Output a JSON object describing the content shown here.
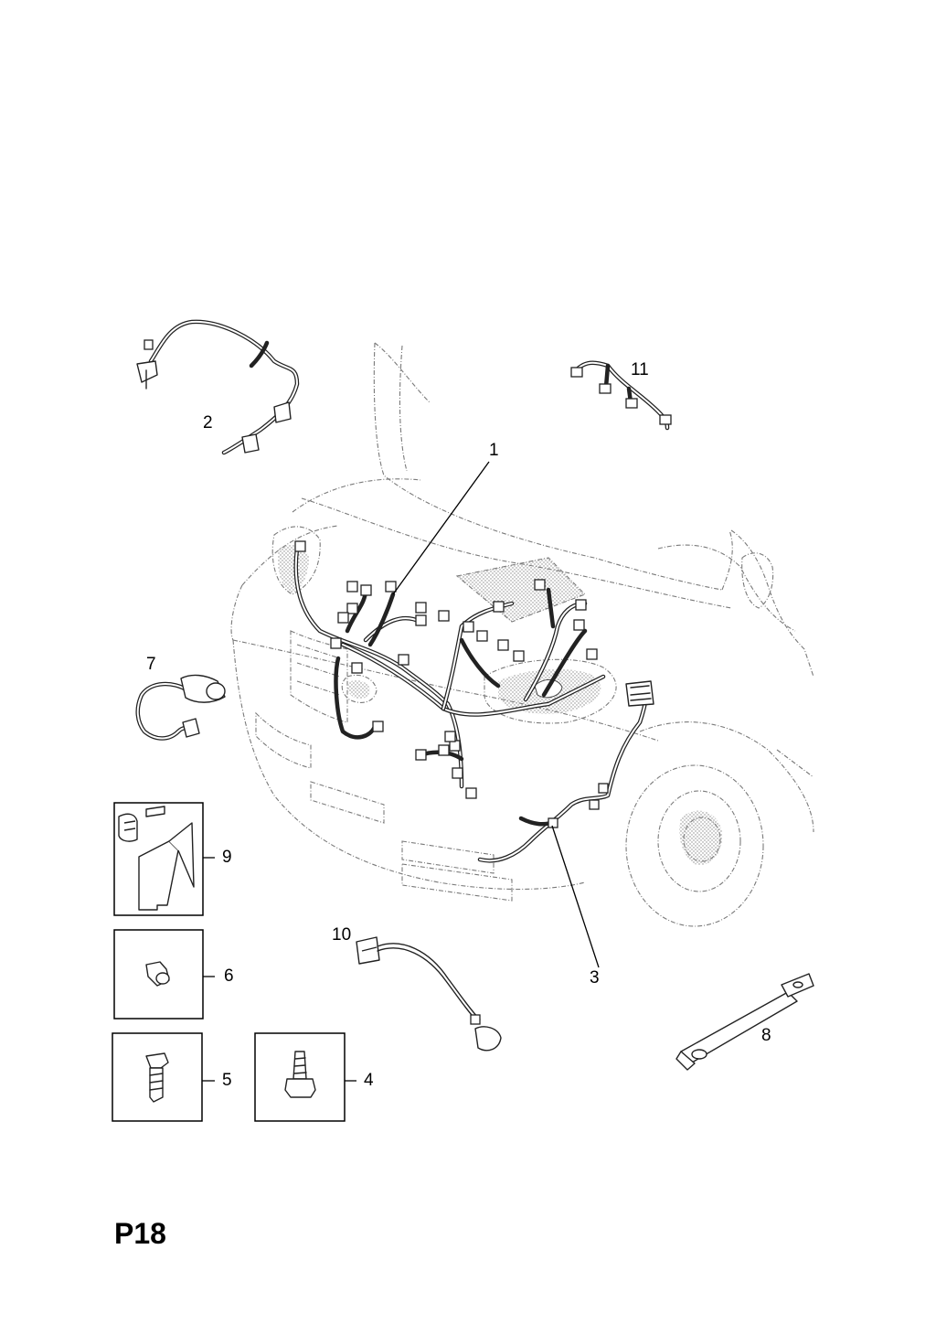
{
  "page_code": "P18",
  "callouts": [
    "1",
    "2",
    "3",
    "4",
    "5",
    "6",
    "7",
    "8",
    "9",
    "10",
    "11"
  ]
}
